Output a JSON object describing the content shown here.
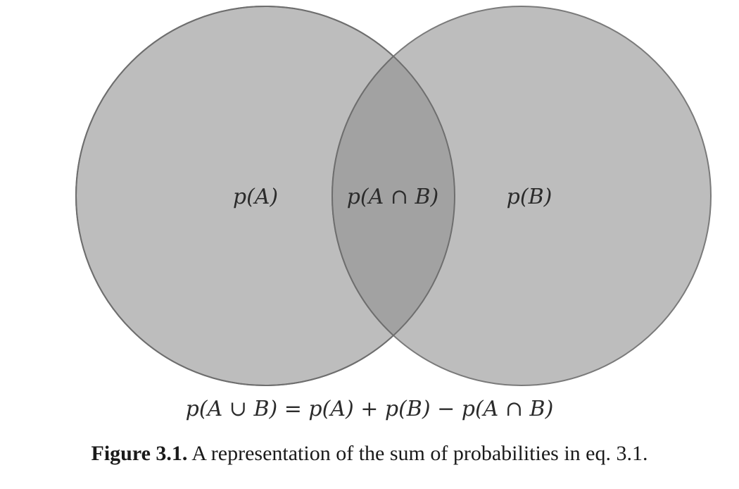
{
  "diagram": {
    "type": "venn",
    "sets": [
      {
        "id": "A",
        "label": "p(A)"
      },
      {
        "id": "B",
        "label": "p(B)"
      }
    ],
    "intersection": {
      "sets": [
        "A",
        "B"
      ],
      "label": "p(A ∩ B)"
    },
    "colors": {
      "circle_fill": "#b3b3b3",
      "circle_stroke": "#7a7a7a",
      "overlap_fill": "#8f8f8f"
    }
  },
  "formula": "p(A ∪ B) = p(A) + p(B) − p(A ∩ B)",
  "caption": {
    "lead": "Figure 3.1.",
    "text": " A representation of the sum of probabilities in eq. 3.1."
  }
}
